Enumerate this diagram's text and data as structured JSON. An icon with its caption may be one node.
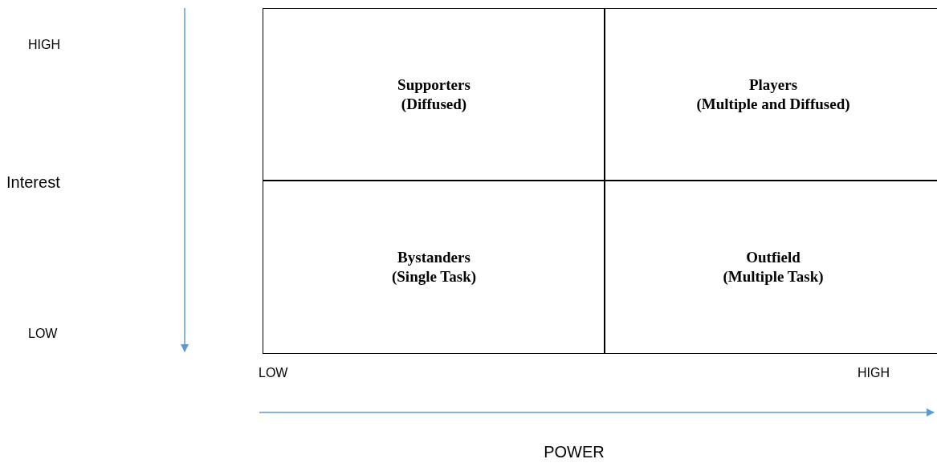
{
  "diagram": {
    "nodes": [
      {
        "text": [
          "Supporters",
          "(Diffused)"
        ]
      },
      {
        "text": [
          "Players",
          "(Multiple and Diffused)"
        ]
      },
      {
        "text": [
          "Bystanders",
          "(Single Task)"
        ]
      },
      {
        "text": [
          "Outfield",
          "(Multiple Task)"
        ]
      }
    ],
    "labels": [
      "HIGH",
      "Interest",
      "LOW",
      "LOW",
      "HIGH",
      "POWER"
    ]
  }
}
